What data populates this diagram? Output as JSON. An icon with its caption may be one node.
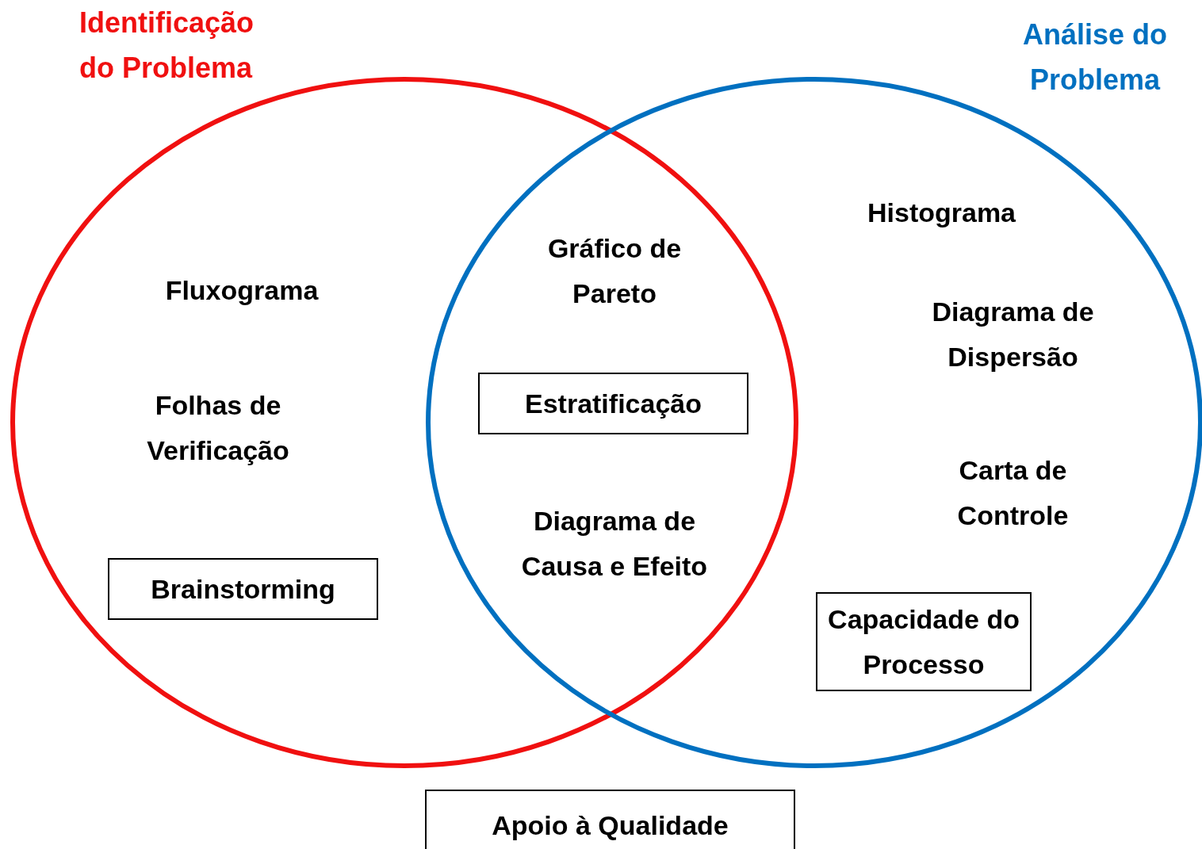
{
  "diagram": {
    "nodes": [
      {
        "text": [
          "Identificação do Problema"
        ]
      },
      {
        "text": [
          "Análise do Problema"
        ]
      },
      {
        "text": [
          "Brainstorming"
        ],
        "in": 0
      },
      {
        "text": [
          "Estratificação"
        ]
      },
      {
        "text": [
          "Capacidade do Processo"
        ],
        "in": 1
      },
      {
        "text": [
          "Apoio à Qualidade"
        ]
      }
    ],
    "edges": [],
    "labels": [
      "Fluxograma",
      "Gráfico de Pareto",
      "Histograma",
      "Diagrama de Dispersão",
      "Folhas de Verificação",
      "Diagrama de Causa e Efeito",
      "Carta de Controle"
    ]
  }
}
